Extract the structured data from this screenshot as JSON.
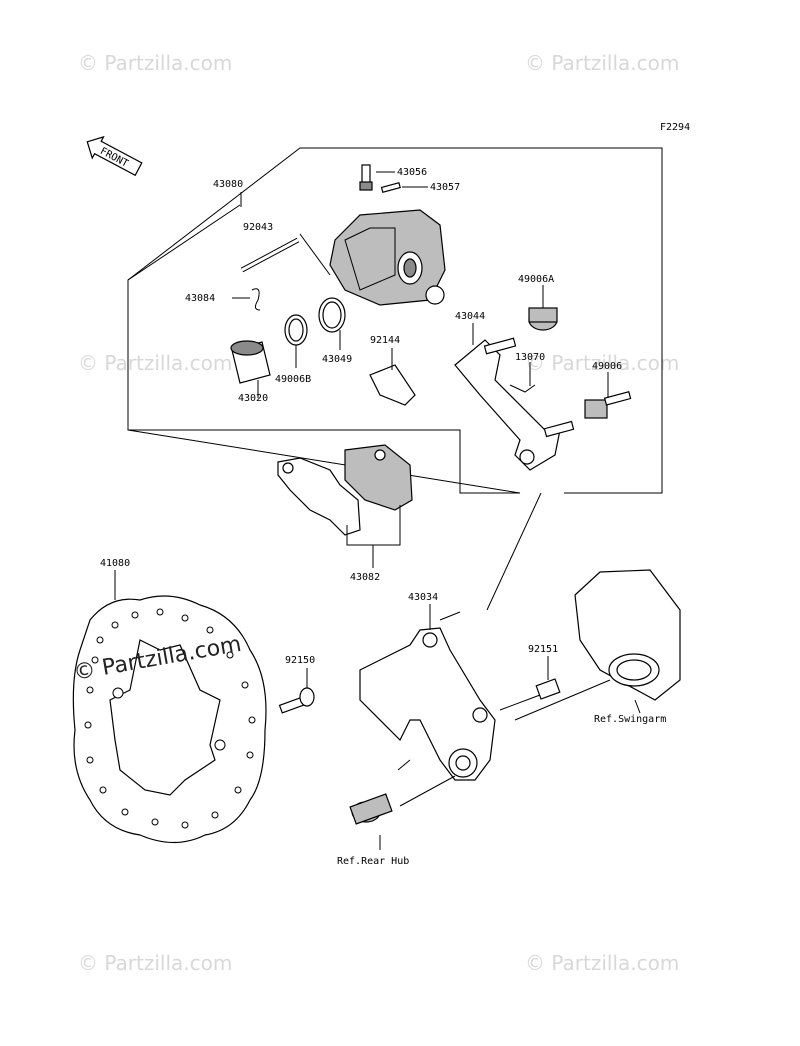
{
  "diagram_code": "F2294",
  "front_label": "FRONT",
  "watermarks": {
    "small": "© Partzilla.com",
    "big": "© Partzilla.com"
  },
  "parts": {
    "p43080": "43080",
    "p43056": "43056",
    "p43057": "43057",
    "p92043": "92043",
    "p43084": "43084",
    "p43049": "43049",
    "p49006B": "49006B",
    "p43020": "43020",
    "p92144": "92144",
    "p43044": "43044",
    "p49006A": "49006A",
    "p13070": "13070",
    "p49006": "49006",
    "p43082": "43082",
    "p41080": "41080",
    "p43034": "43034",
    "p92150": "92150",
    "p92151": "92151"
  },
  "refs": {
    "swingarm": "Ref.Swingarm",
    "rear_hub": "Ref.Rear Hub"
  }
}
